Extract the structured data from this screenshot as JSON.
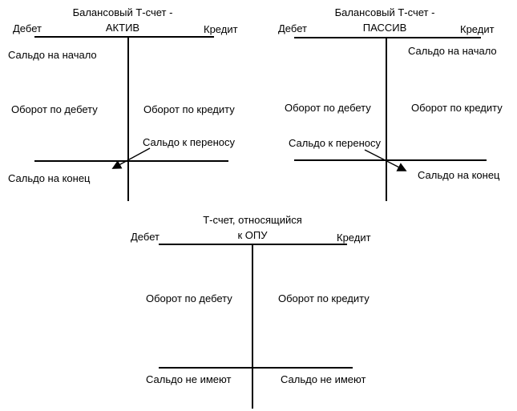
{
  "page": {
    "background_color": "#ffffff",
    "line_color": "#000000",
    "text_color": "#000000"
  },
  "asset_account": {
    "title_line1": "Балансовый Т-счет -",
    "title_line2": "АКТИВ",
    "debit_header": "Дебет",
    "credit_header": "Кредит",
    "opening_balance_label": "Сальдо на начало",
    "debit_turnover_label": "Оборот по дебету",
    "credit_turnover_label": "Оборот по кредиту",
    "balance_carried_label": "Сальдо к переносу",
    "closing_balance_label": "Сальдо на конец"
  },
  "liability_account": {
    "title_line1": "Балансовый Т-счет -",
    "title_line2": "ПАССИВ",
    "debit_header": "Дебет",
    "credit_header": "Кредит",
    "opening_balance_label": "Сальдо на начало",
    "debit_turnover_label": "Оборот по дебету",
    "credit_turnover_label": "Оборот по кредиту",
    "balance_carried_label": "Сальдо к переносу",
    "closing_balance_label": "Сальдо на конец"
  },
  "pl_account": {
    "title_line1": "Т-счет, относящийся",
    "title_line2": "к ОПУ",
    "debit_header": "Дебет",
    "credit_header": "Кредит",
    "debit_turnover_label": "Оборот по дебету",
    "credit_turnover_label": "Оборот по кредиту",
    "no_balance_debit_label": "Сальдо не имеют",
    "no_balance_credit_label": "Сальдо не имеют"
  }
}
